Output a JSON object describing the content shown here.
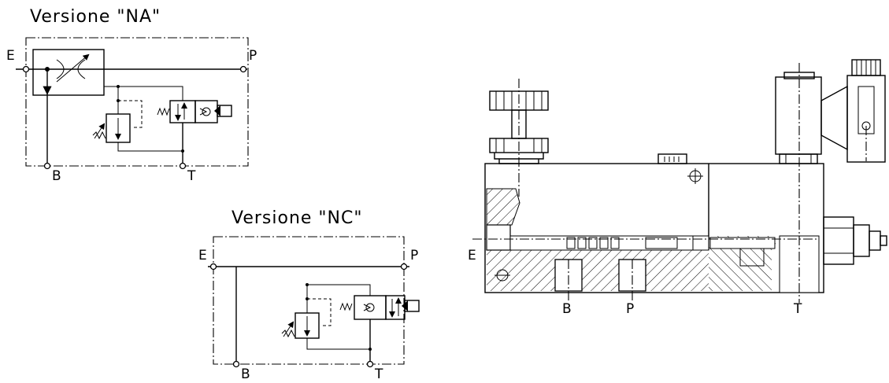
{
  "na": {
    "title": "Versione  \"NA\"",
    "ports": {
      "e": "E",
      "p": "P",
      "b": "B",
      "t": "T"
    }
  },
  "nc": {
    "title": "Versione  \"NC\"",
    "ports": {
      "e": "E",
      "p": "P",
      "b": "B",
      "t": "T"
    }
  },
  "section": {
    "ports": {
      "e": "E",
      "b": "B",
      "p": "P",
      "t": "T"
    }
  }
}
